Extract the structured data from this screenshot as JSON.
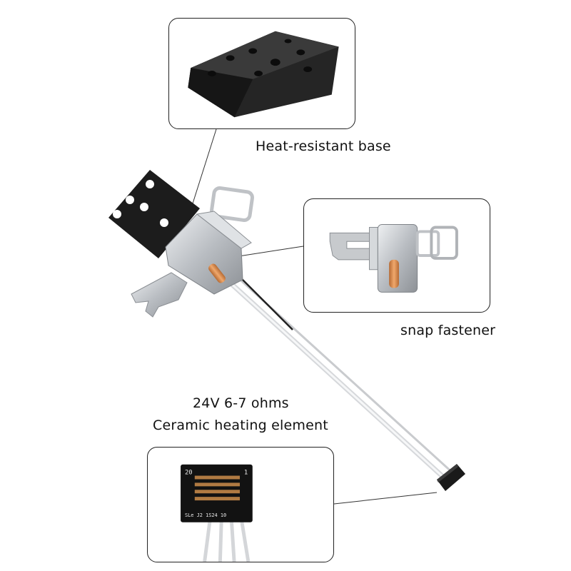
{
  "callouts": {
    "base": {
      "label": "Heat-resistant base"
    },
    "snap": {
      "label": "snap fastener"
    },
    "element": {
      "spec_line": "24V 6-7 ohms",
      "label": "Ceramic heating element"
    },
    "connector": {
      "silk_top_left": "20",
      "silk_top_right": "1",
      "silk_bottom": "SLe   J2 1S24 10"
    }
  },
  "colors": {
    "outline": "#222222",
    "base_black": "#1c1c1c",
    "metal": "#c9ccd0",
    "copper": "#d98a4e"
  }
}
